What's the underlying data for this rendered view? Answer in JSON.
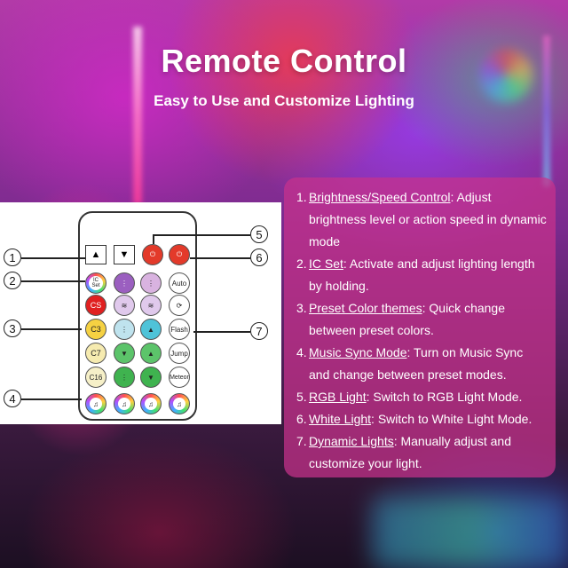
{
  "header": {
    "title": "Remote Control",
    "subtitle": "Easy to Use and Customize Lighting"
  },
  "remote": {
    "callouts": [
      "1",
      "2",
      "3",
      "4",
      "5",
      "6",
      "7"
    ],
    "ic_set_label": "IC Set",
    "side_buttons": [
      "Auto",
      "Flash",
      "Jump",
      "Meteor"
    ],
    "color_buttons": [
      "CS",
      "C3",
      "C7",
      "C16"
    ]
  },
  "features": [
    {
      "num": "1.",
      "name": "Brightness/Speed Control",
      "desc": ": Adjust brightness level or action speed in dynamic mode"
    },
    {
      "num": "2.",
      "name": "IC Set",
      "desc": ": Activate and adjust lighting length by holding."
    },
    {
      "num": "3.",
      "name": "Preset Color themes",
      "desc": ": Quick change between preset colors."
    },
    {
      "num": "4.",
      "name": "Music Sync Mode",
      "desc": ": Turn on Music Sync and change between preset modes."
    },
    {
      "num": "5.",
      "name": "RGB Light",
      "desc": ": Switch to RGB Light Mode."
    },
    {
      "num": "6.",
      "name": "White Light",
      "desc": ": Switch to White Light Mode."
    },
    {
      "num": "7.",
      "name": "Dynamic Lights",
      "desc": ": Manually adjust and customize your light."
    }
  ],
  "colors": {
    "info_panel": "#c8328c",
    "highlight_border": "#9ccc65",
    "cs_button": "#e02020",
    "c3_button": "#f5d142"
  }
}
